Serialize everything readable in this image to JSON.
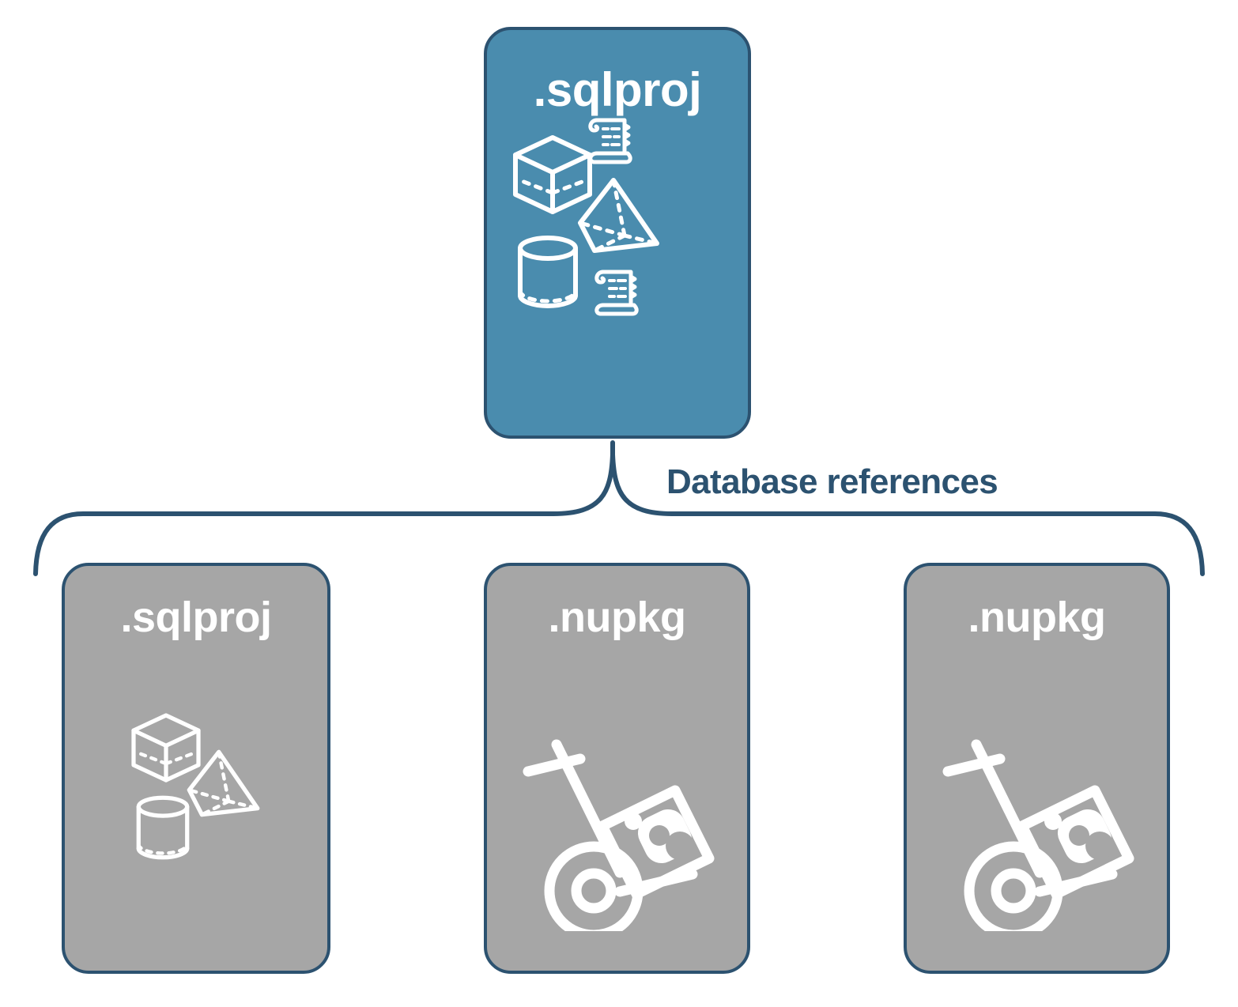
{
  "diagram": {
    "title_text": "Database references",
    "colors": {
      "primary_fill": "#4A8CAE",
      "secondary_fill": "#A6A6A6",
      "stroke": "#2C5270",
      "icon": "#FFFFFF",
      "background": "#FFFFFF"
    }
  },
  "root": {
    "label": ".sqlproj",
    "kind": "sqlproj",
    "icons": [
      "cube-icon",
      "scroll-icon",
      "pyramid-icon",
      "cylinder-icon",
      "scroll-icon"
    ]
  },
  "connector": {
    "type": "curly-brace",
    "label": "Database references",
    "direction": "down"
  },
  "references": [
    {
      "label": ".sqlproj",
      "kind": "sqlproj",
      "icons": [
        "cube-icon",
        "pyramid-icon",
        "cylinder-icon"
      ]
    },
    {
      "label": ".nupkg",
      "kind": "nupkg",
      "icons": [
        "hand-truck-package-icon"
      ]
    },
    {
      "label": ".nupkg",
      "kind": "nupkg",
      "icons": [
        "hand-truck-package-icon"
      ]
    }
  ]
}
